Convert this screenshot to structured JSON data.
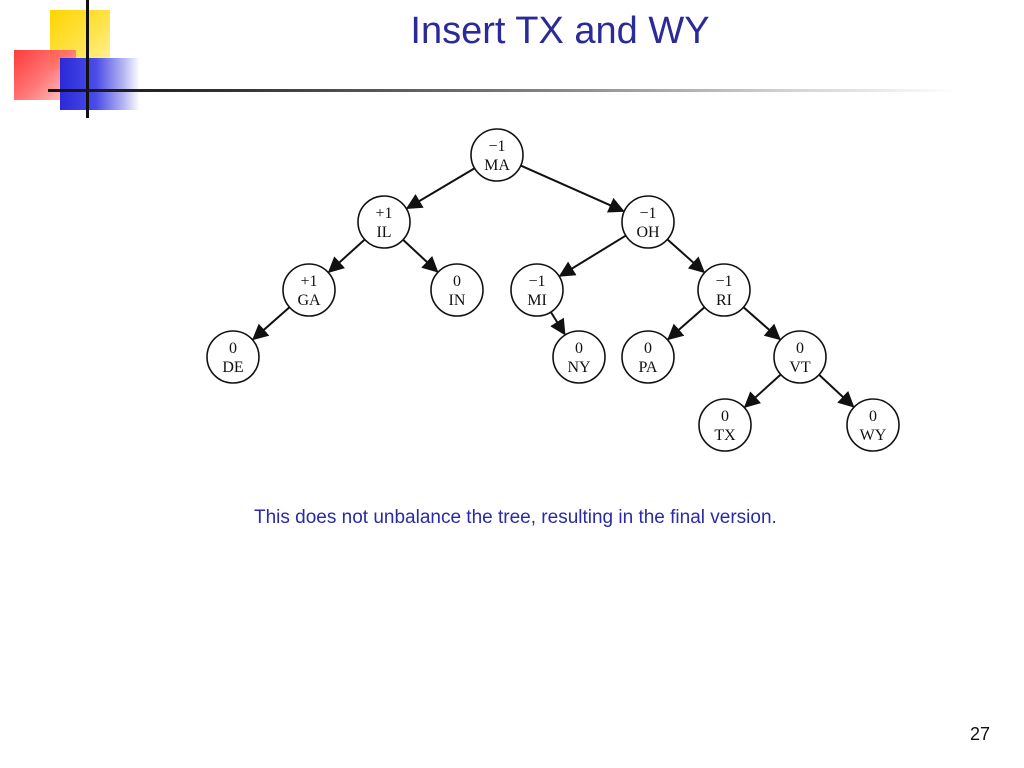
{
  "slide": {
    "title": "Insert TX and WY",
    "caption": "This does not unbalance the tree, resulting in the final version.",
    "page_number": "27"
  },
  "tree": {
    "nodes": [
      {
        "id": "MA",
        "balance": "−1",
        "label": "MA"
      },
      {
        "id": "IL",
        "balance": "+1",
        "label": "IL"
      },
      {
        "id": "OH",
        "balance": "−1",
        "label": "OH"
      },
      {
        "id": "GA",
        "balance": "+1",
        "label": "GA"
      },
      {
        "id": "IN",
        "balance": "0",
        "label": "IN"
      },
      {
        "id": "MI",
        "balance": "−1",
        "label": "MI"
      },
      {
        "id": "RI",
        "balance": "−1",
        "label": "RI"
      },
      {
        "id": "DE",
        "balance": "0",
        "label": "DE"
      },
      {
        "id": "NY",
        "balance": "0",
        "label": "NY"
      },
      {
        "id": "PA",
        "balance": "0",
        "label": "PA"
      },
      {
        "id": "VT",
        "balance": "0",
        "label": "VT"
      },
      {
        "id": "TX",
        "balance": "0",
        "label": "TX"
      },
      {
        "id": "WY",
        "balance": "0",
        "label": "WY"
      }
    ],
    "edges": [
      {
        "from": "MA",
        "to": "IL"
      },
      {
        "from": "MA",
        "to": "OH"
      },
      {
        "from": "IL",
        "to": "GA"
      },
      {
        "from": "IL",
        "to": "IN"
      },
      {
        "from": "GA",
        "to": "DE"
      },
      {
        "from": "OH",
        "to": "MI"
      },
      {
        "from": "OH",
        "to": "RI"
      },
      {
        "from": "MI",
        "to": "NY"
      },
      {
        "from": "RI",
        "to": "PA"
      },
      {
        "from": "RI",
        "to": "VT"
      },
      {
        "from": "VT",
        "to": "TX"
      },
      {
        "from": "VT",
        "to": "WY"
      }
    ]
  }
}
